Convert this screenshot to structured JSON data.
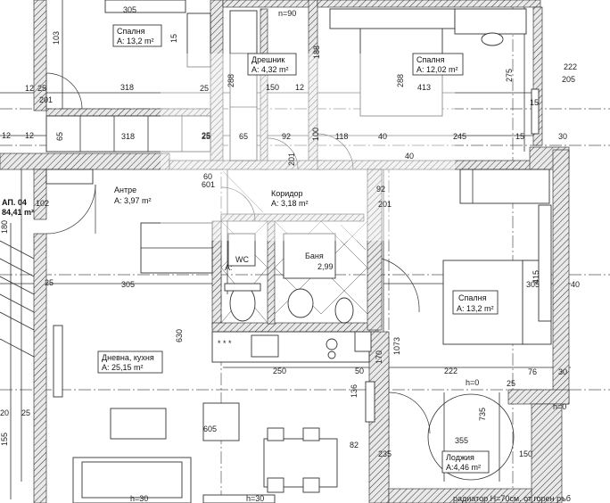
{
  "rooms": [
    {
      "name": "Спалня",
      "area": "А: 13,2 m²"
    },
    {
      "name": "Дрешник",
      "area": "А: 4,32 m²"
    },
    {
      "name": "Спалня",
      "area": "А: 12,02 m²"
    },
    {
      "name": "Антре",
      "area": "А: 3,97 m²"
    },
    {
      "name": "Коридор",
      "area": "А: 3,18 m²"
    },
    {
      "name": "Спалня",
      "area": "А: 13,2 m²"
    },
    {
      "name": "Дневна, кухня",
      "area": "А: 25,15 m²"
    },
    {
      "name": "Лоджия",
      "area": "А:4,46 m²"
    }
  ],
  "unit_tag": {
    "line1": "АП. 04",
    "line2": "84,41 m²"
  },
  "small_labels": [
    "WC",
    "А: ",
    "Баня",
    "2,99"
  ],
  "dimensions": [
    "305",
    "103",
    "15",
    "12",
    "25",
    "318",
    "25",
    "288",
    "150",
    "12",
    "188",
    "288",
    "413",
    "275",
    "222",
    "205",
    "12",
    "201",
    "65",
    "318",
    "25",
    "65",
    "92",
    "100",
    "118",
    "40",
    "245",
    "15",
    "30",
    "12",
    "60",
    "25",
    "201",
    "40",
    "102",
    "180",
    "305",
    "630",
    "305",
    "415",
    "40",
    "250",
    "50",
    "136",
    "82",
    "235",
    "222",
    "25",
    "h=0",
    "605",
    "355",
    "735",
    "25",
    "150",
    "20",
    "155",
    "h=30",
    "h=30",
    "h=0",
    "1073",
    "76",
    "30",
    "25",
    "170",
    "92",
    "201",
    "601",
    "n=90",
    "15"
  ],
  "notes": [
    "радиатор Н=70см. от горен ръб"
  ]
}
